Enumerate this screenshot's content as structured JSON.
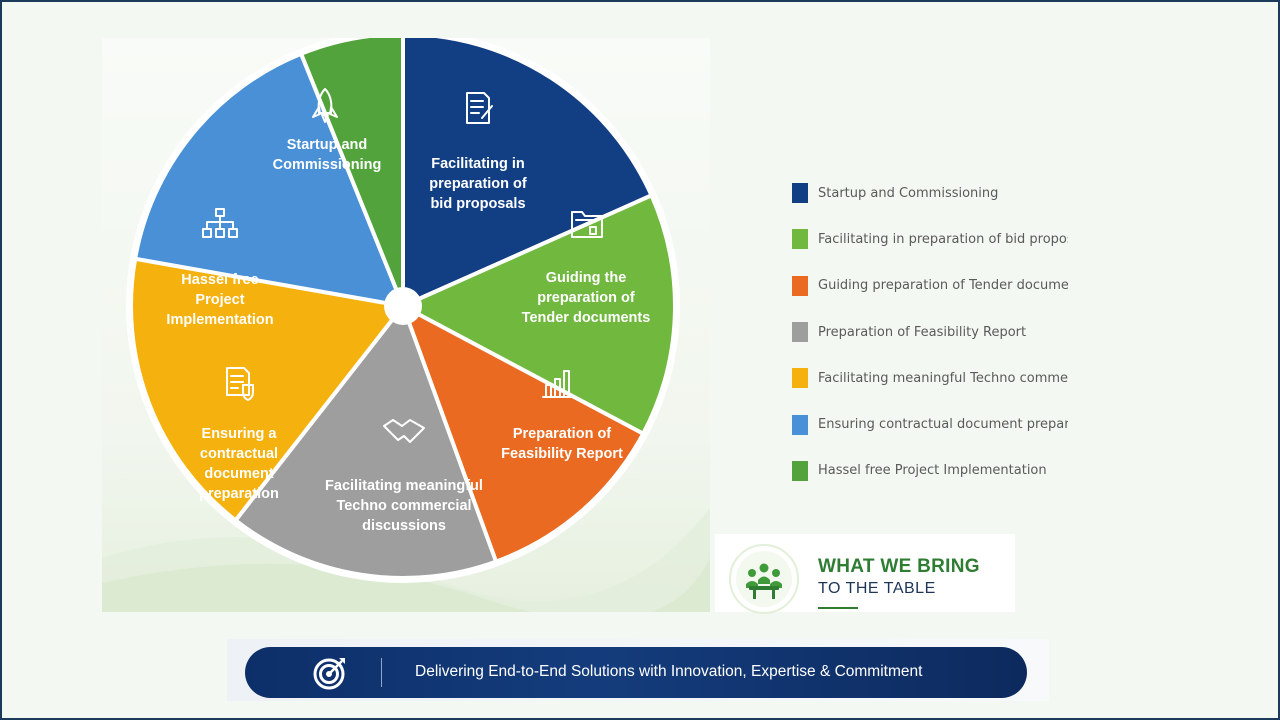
{
  "wheel": {
    "segments": [
      {
        "lines": [
          "Startup and",
          "Commissioning"
        ],
        "color": "#123e84",
        "icon": "rocket-icon"
      },
      {
        "lines": [
          "Facilitating in",
          "preparation of",
          "bid proposals"
        ],
        "color": "#71b83f",
        "icon": "document-pen-icon"
      },
      {
        "lines": [
          "Guiding the",
          "preparation of",
          "Tender documents"
        ],
        "color": "#ea6a22",
        "icon": "folder-icon"
      },
      {
        "lines": [
          "Preparation of",
          "Feasibility Report"
        ],
        "color": "#9e9e9e",
        "icon": "bar-chart-icon"
      },
      {
        "lines": [
          "Facilitating meaningful",
          "Techno commercial",
          "discussions"
        ],
        "color": "#f5b10d",
        "icon": "handshake-icon"
      },
      {
        "lines": [
          "Ensuring a",
          "contractual",
          "document",
          "preparation"
        ],
        "color": "#4a90d6",
        "icon": "document-shield-icon"
      },
      {
        "lines": [
          "Hassel free",
          "Project",
          "Implementation"
        ],
        "color": "#52a33c",
        "icon": "flowchart-icon"
      }
    ]
  },
  "legend": {
    "items": [
      {
        "label": "Startup and Commissioning",
        "color": "#123e84"
      },
      {
        "label": "Facilitating in preparation of bid proposals",
        "color": "#71b83f"
      },
      {
        "label": "Guiding preparation of Tender documents",
        "color": "#ea6a22"
      },
      {
        "label": "Preparation of Feasibility Report",
        "color": "#9e9e9e"
      },
      {
        "label": "Facilitating meaningful Techno commercial",
        "color": "#f5b10d"
      },
      {
        "label": "Ensuring contractual document preparation",
        "color": "#4a90d6"
      },
      {
        "label": "Hassel free Project Implementation",
        "color": "#52a33c"
      }
    ]
  },
  "brand": {
    "title": "WHAT WE BRING",
    "subtitle": "TO THE TABLE",
    "icon": "meeting-table-icon",
    "accent": "#2e7d32"
  },
  "banner": {
    "text": "Delivering End-to-End Solutions with Innovation, Expertise & Commitment",
    "icon": "target-icon",
    "color": "#0d2f69"
  }
}
